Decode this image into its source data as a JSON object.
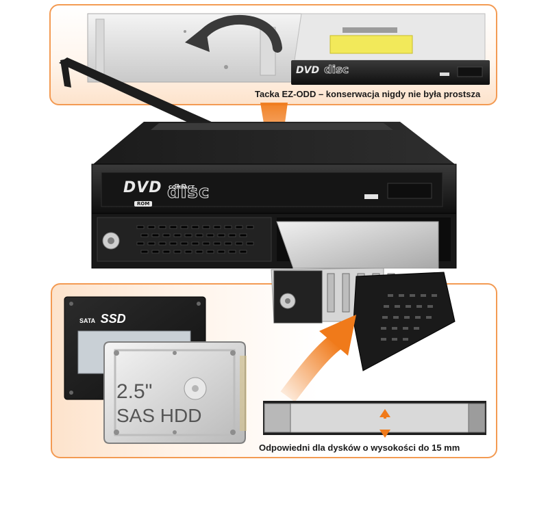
{
  "captions": {
    "top": "Tacka EZ-ODD – konserwacja nigdy nie była prostsza",
    "bottom": "Odpowiedni dla dysków o wysokości do 15 mm"
  },
  "drive_logo": {
    "dvd": "DVD",
    "rom": "ROM",
    "compact": "COMPACT",
    "disc": "disc"
  },
  "ssd_label": {
    "interface": "SATA",
    "type": "SSD"
  },
  "hdd_label": {
    "size": "2.5\"",
    "type": "SAS HDD"
  },
  "colors": {
    "accent_orange": "#f39a52",
    "arrow_orange": "#f07a1a",
    "device_black": "#1c1c1c"
  }
}
